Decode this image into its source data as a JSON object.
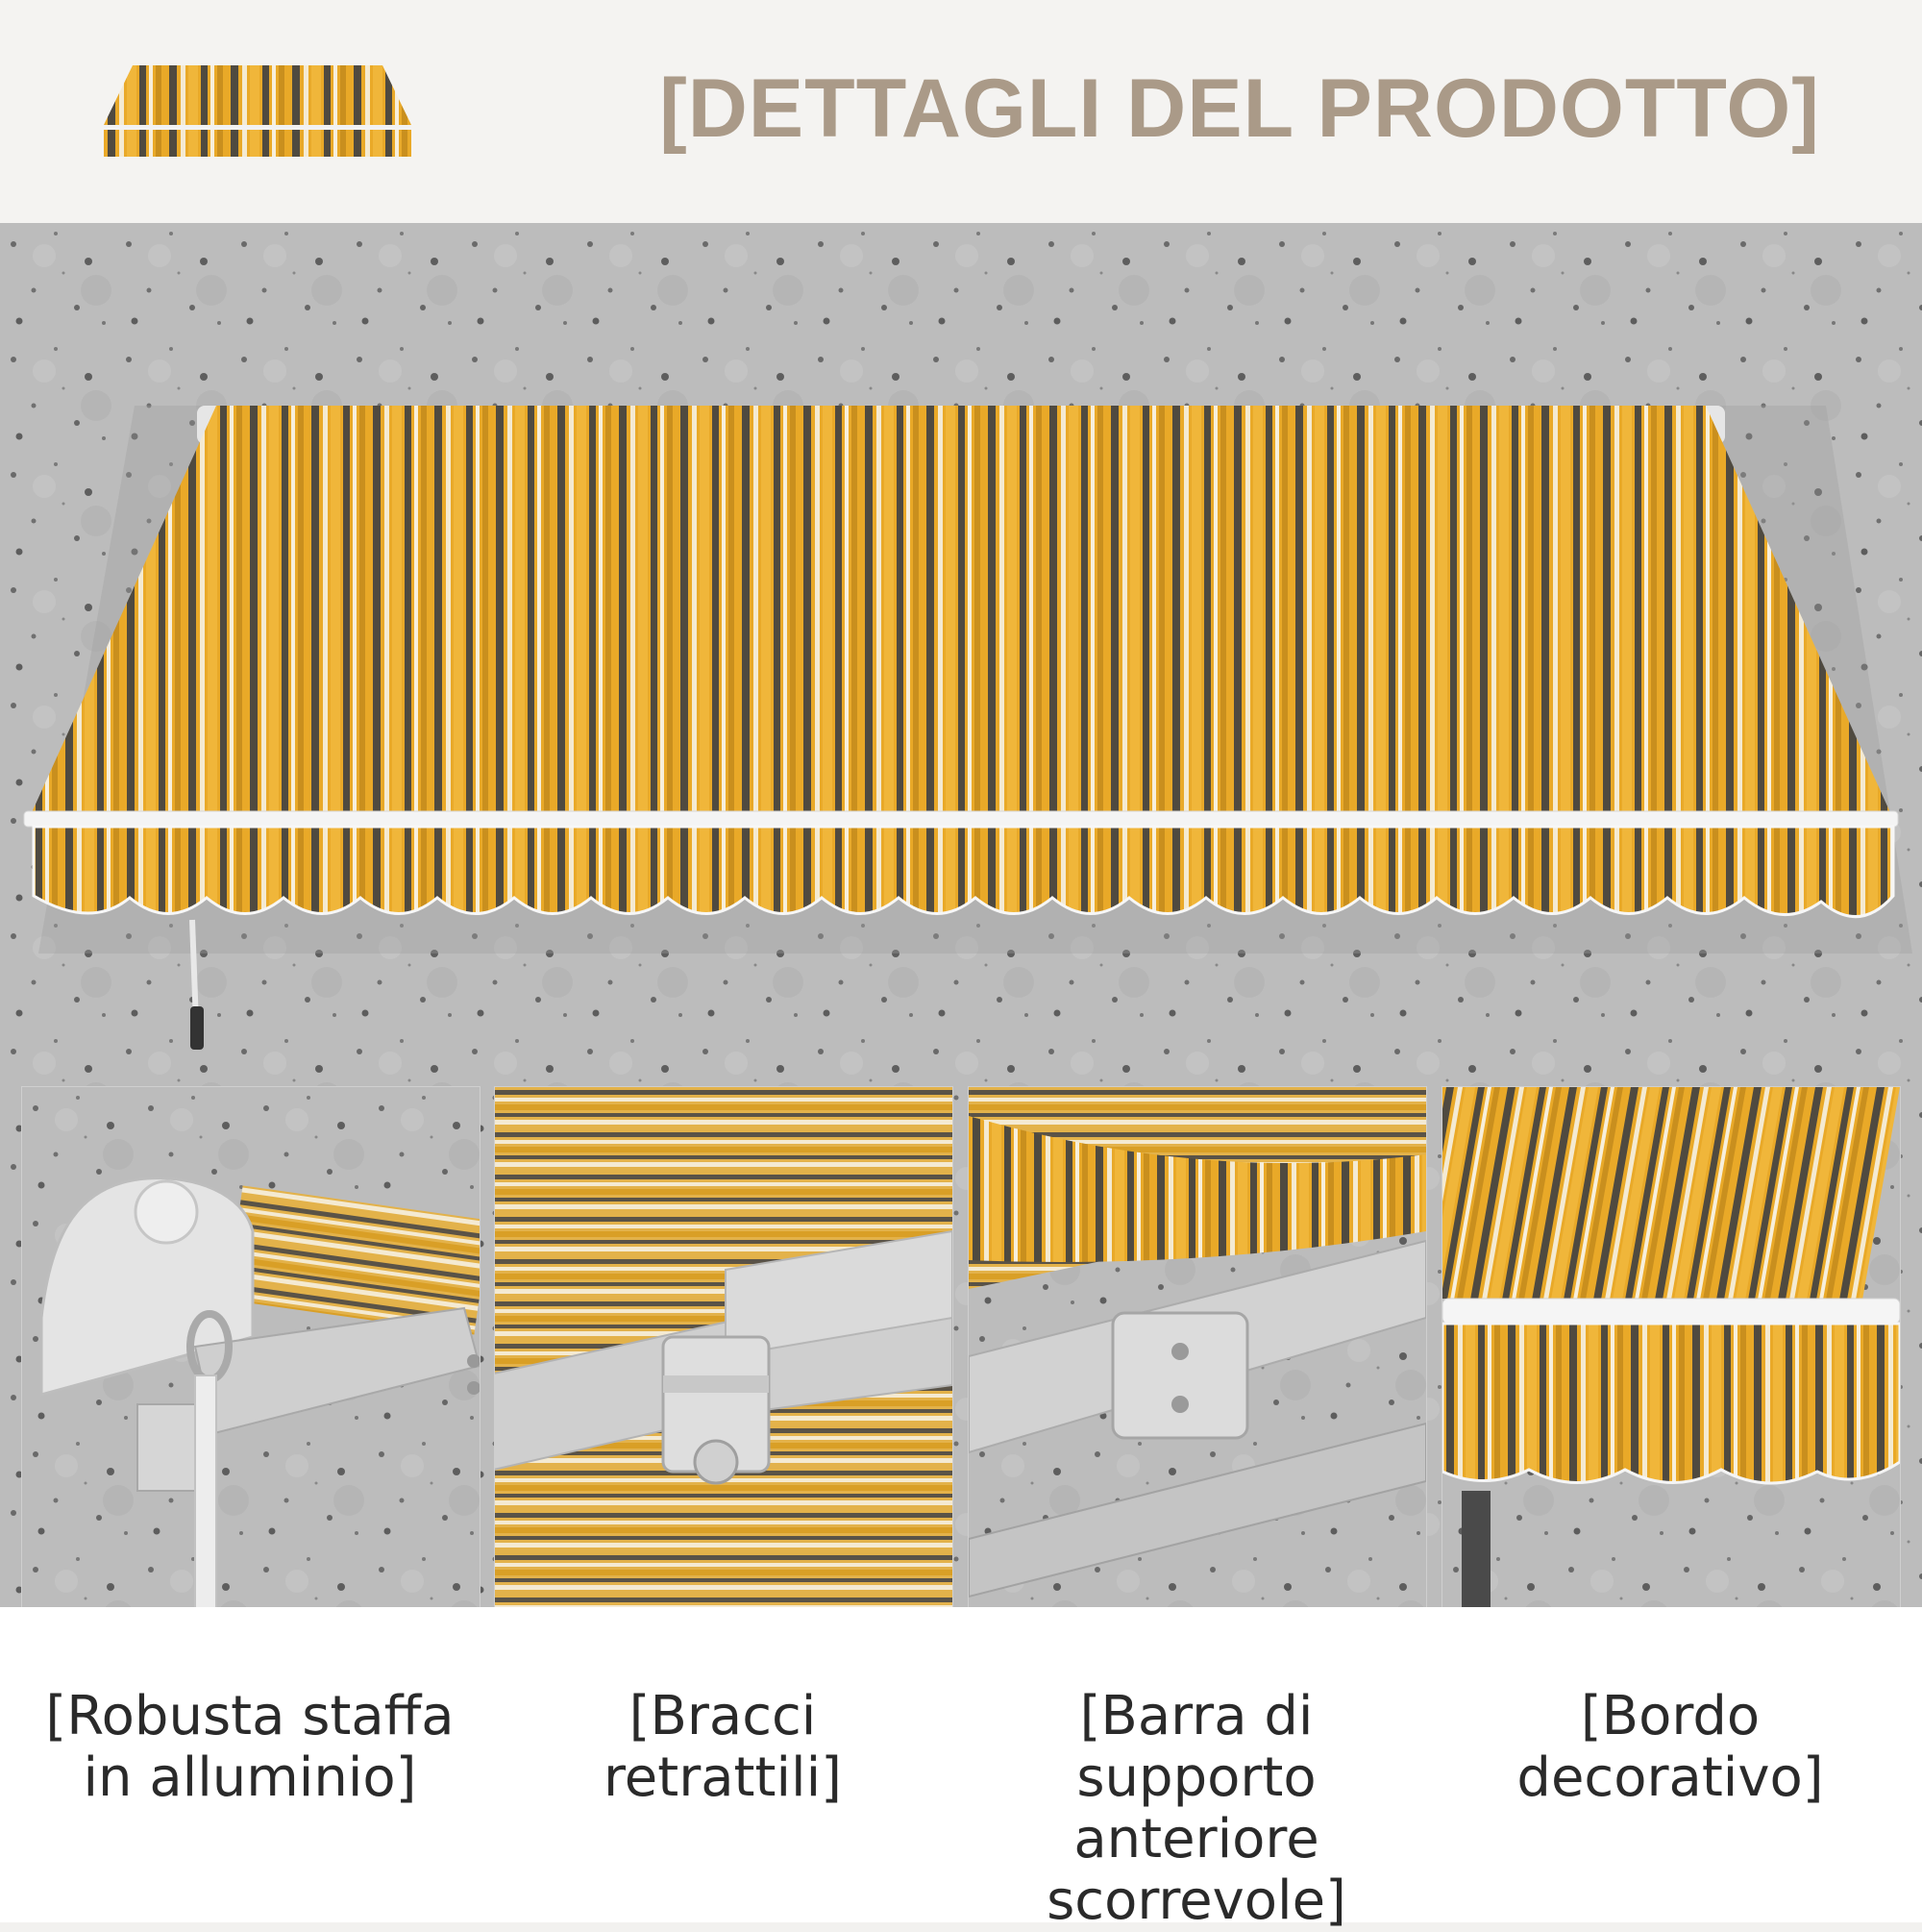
{
  "header": {
    "title": "[DETTAGLI DEL PRODOTTO]"
  },
  "details": [
    {
      "caption_line1": "[Robusta staffa",
      "caption_line2": "in alluminio]",
      "caption_line3": "",
      "icon": "bracket-icon"
    },
    {
      "caption_line1": "[Bracci",
      "caption_line2": "retrattili]",
      "caption_line3": "",
      "icon": "arm-joint-icon"
    },
    {
      "caption_line1": "[Barra di",
      "caption_line2": "supporto anteriore",
      "caption_line3": "scorrevole]",
      "icon": "front-bar-icon"
    },
    {
      "caption_line1": "[Bordo",
      "caption_line2": "decorativo]",
      "caption_line3": "",
      "icon": "valance-icon"
    }
  ],
  "colors": {
    "title": "#aa9a88",
    "stripe_yellow": "#e9a928",
    "stripe_dark": "#4f4a40",
    "stripe_cream": "#f4ead2",
    "wall": "#bdbdbd"
  }
}
